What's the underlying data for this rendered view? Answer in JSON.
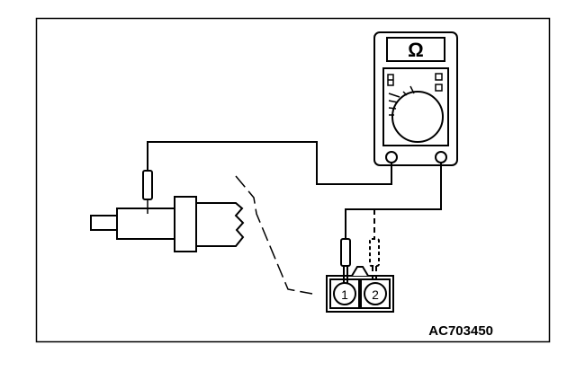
{
  "diagram": {
    "figure_code": "AC703450",
    "meter_symbol": "Ω",
    "pin_labels": [
      "1",
      "2"
    ]
  }
}
